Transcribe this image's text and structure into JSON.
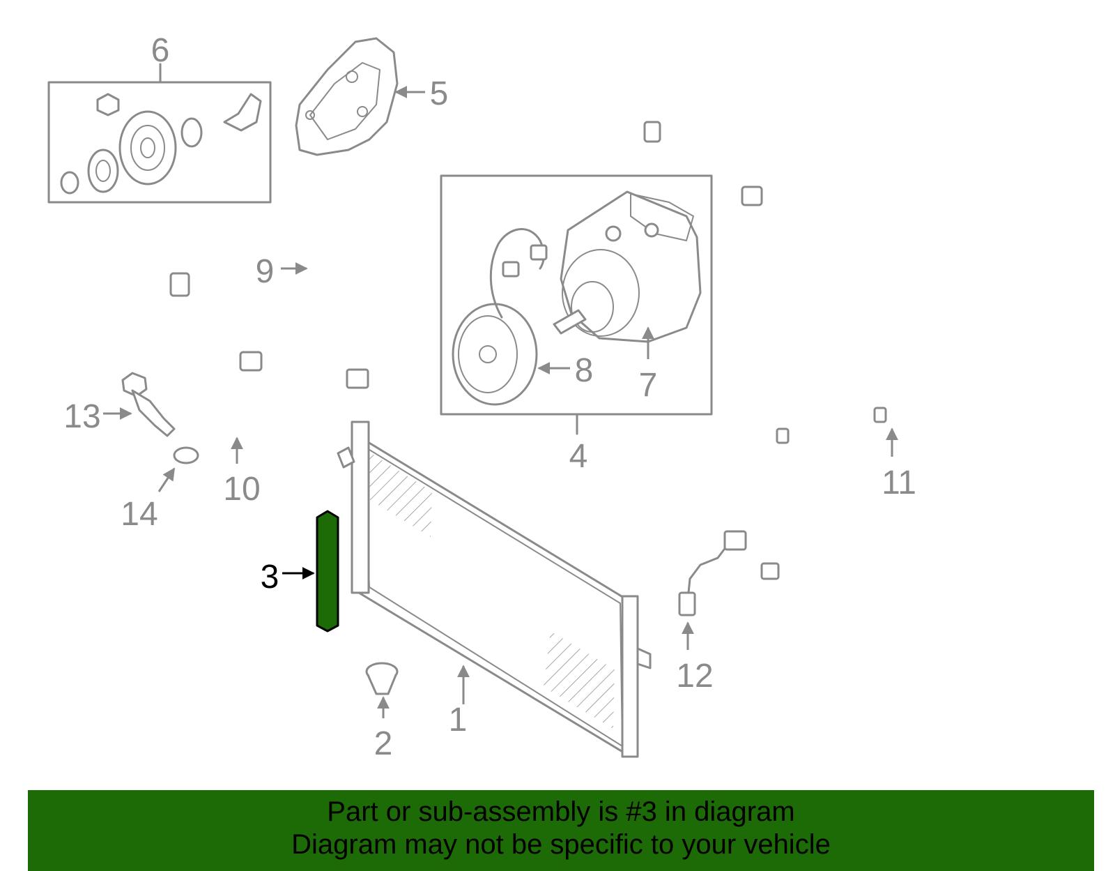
{
  "colors": {
    "highlight": "#1d6b06",
    "line": "#8a8a8a",
    "active_text": "#000000",
    "background": "#ffffff"
  },
  "callouts": [
    {
      "id": "1",
      "label": "1"
    },
    {
      "id": "2",
      "label": "2"
    },
    {
      "id": "3",
      "label": "3",
      "active": true
    },
    {
      "id": "4",
      "label": "4"
    },
    {
      "id": "5",
      "label": "5"
    },
    {
      "id": "6",
      "label": "6"
    },
    {
      "id": "7",
      "label": "7"
    },
    {
      "id": "8",
      "label": "8"
    },
    {
      "id": "9",
      "label": "9"
    },
    {
      "id": "10",
      "label": "10"
    },
    {
      "id": "11",
      "label": "11"
    },
    {
      "id": "12",
      "label": "12"
    },
    {
      "id": "13",
      "label": "13"
    },
    {
      "id": "14",
      "label": "14"
    }
  ],
  "banner": {
    "line1": "Part or sub-assembly is #3 in diagram",
    "line2": "Diagram may not be specific to your vehicle"
  }
}
